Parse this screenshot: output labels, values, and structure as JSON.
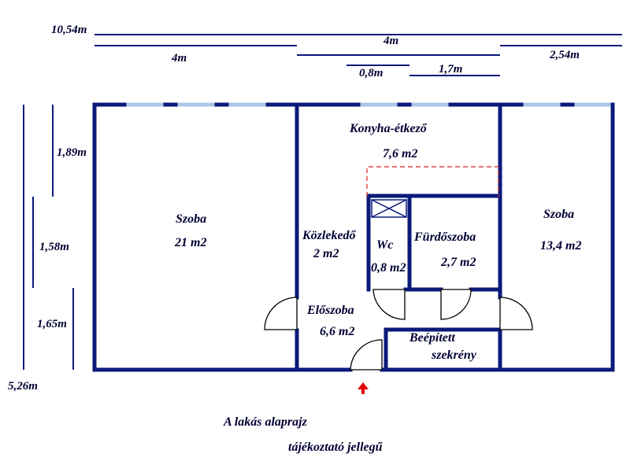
{
  "dimensions": {
    "total_width": "10,54m",
    "left_room_width": "4m",
    "middle_width": "4m",
    "right_room_width": "2,54m",
    "wc_width": "0,8m",
    "bath_width": "1,7m",
    "height_top": "1,89m",
    "height_middle": "1,58m",
    "height_bottom": "1,65m",
    "total_height": "5,26m"
  },
  "rooms": {
    "szoba_left": {
      "name": "Szoba",
      "area": "21 m2"
    },
    "kitchen": {
      "name": "Konyha-étkező",
      "area": "7,6 m2"
    },
    "corridor": {
      "name": "Közlekedő",
      "area": "2 m2"
    },
    "wc": {
      "name": "Wc",
      "area": "0,8 m2"
    },
    "bathroom": {
      "name": "Fürdőszoba",
      "area": "2,7 m2"
    },
    "szoba_right": {
      "name": "Szoba",
      "area": "13,4 m2"
    },
    "hall": {
      "name": "Előszoba",
      "area": "6,6 m2"
    },
    "wardrobe": {
      "name_line1": "Beépített",
      "name_line2": "szekrény"
    }
  },
  "footer": {
    "line1": "A lakás alaprajz",
    "line2": "tájékoztató jellegű"
  },
  "colors": {
    "wall": "#0a1a7a",
    "window": "#a8c8e8",
    "entrance_arrow": "#e00000",
    "ghost_outline": "#d02020"
  },
  "icons": {
    "entrance": "up-arrow-icon",
    "ventilation": "x-box-icon"
  }
}
